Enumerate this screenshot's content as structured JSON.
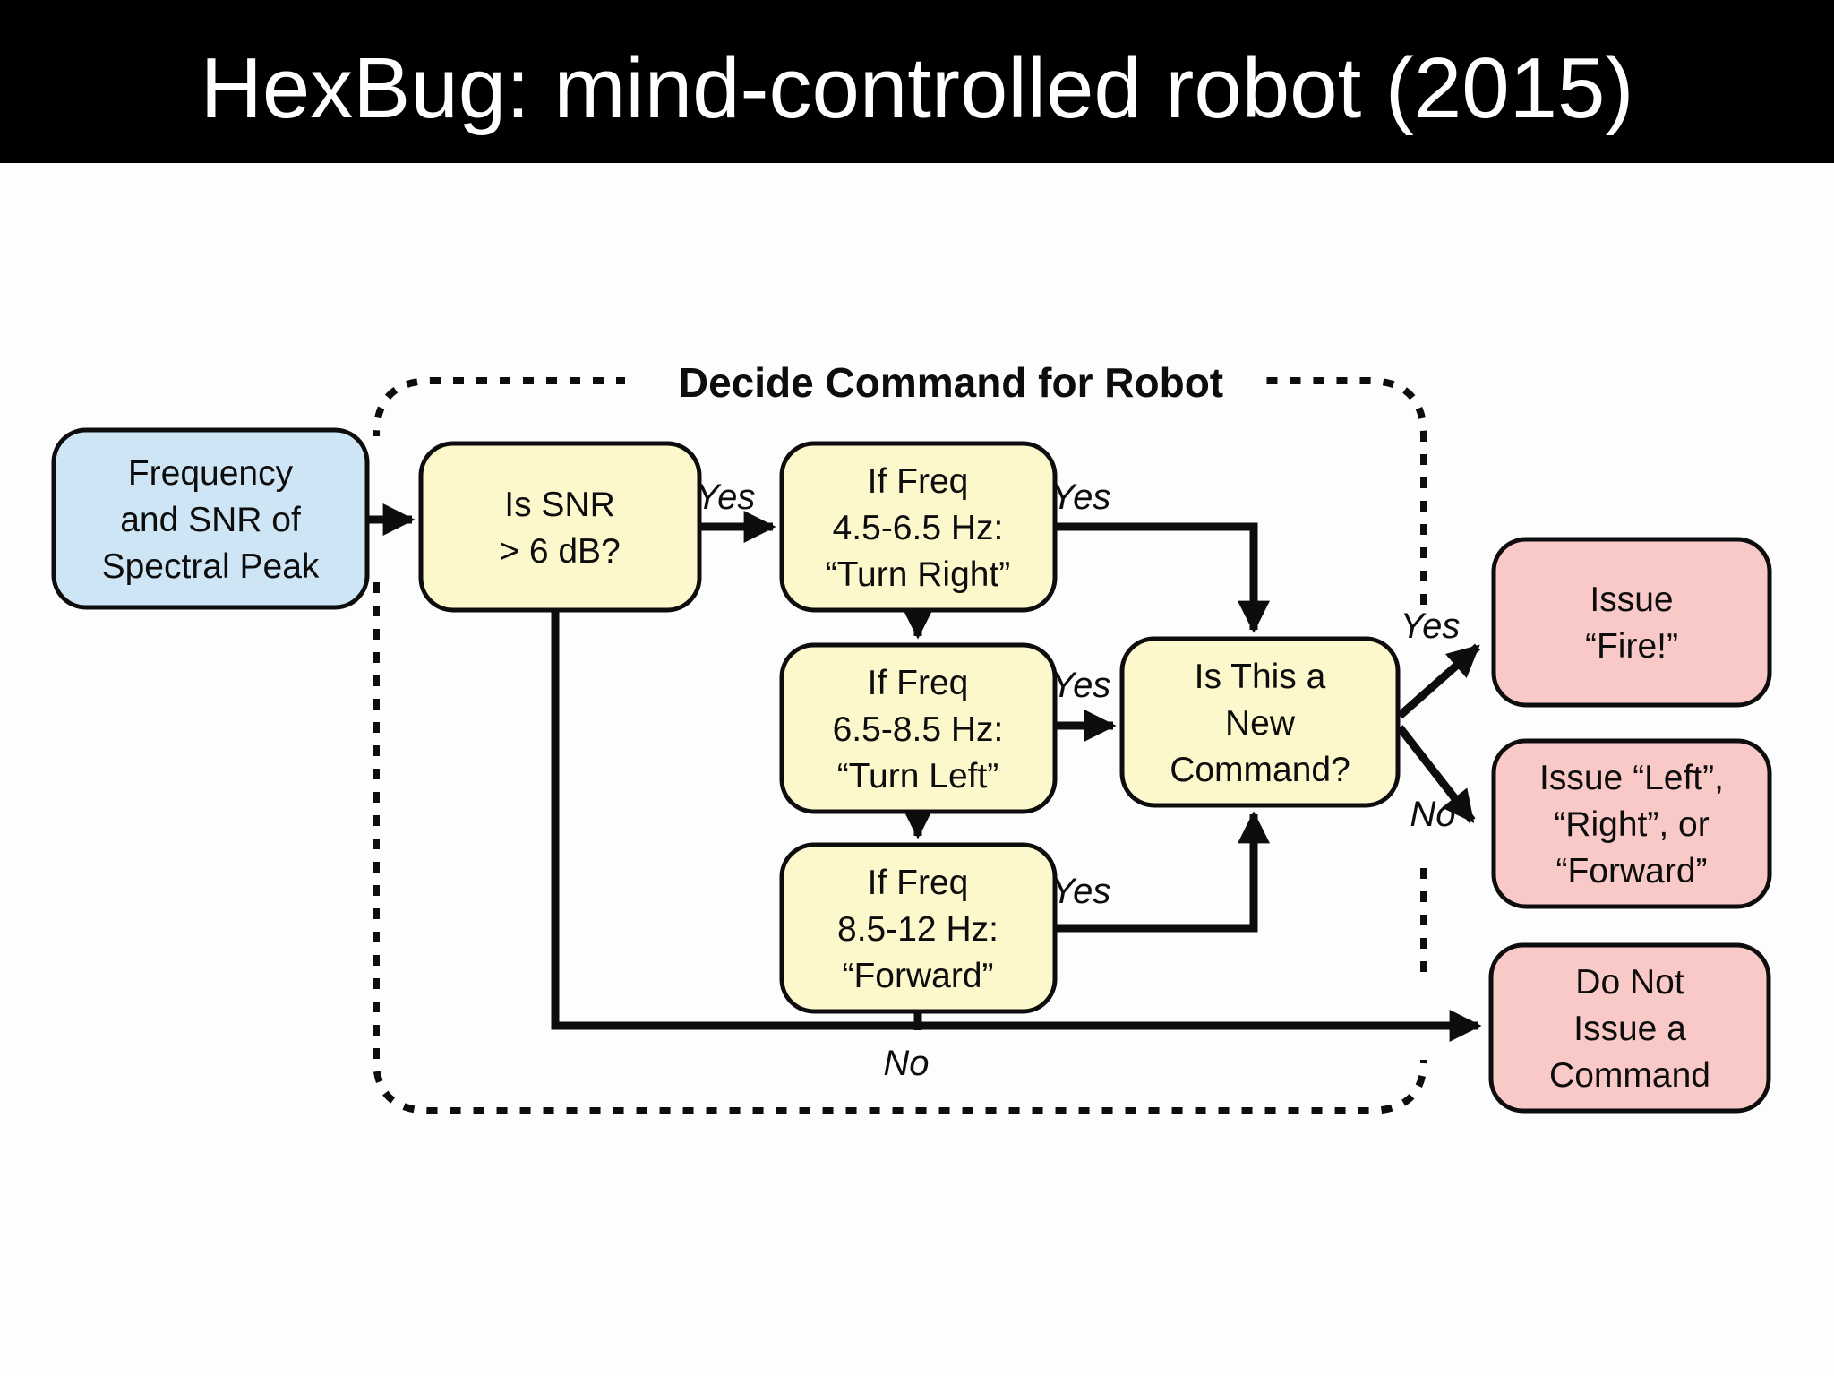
{
  "header": {
    "title": "HexBug: mind-controlled robot (2015)"
  },
  "diagram": {
    "region_label": "Decide Command for Robot",
    "nodes": {
      "input": {
        "lines": [
          "Frequency",
          "and SNR of",
          "Spectral Peak"
        ]
      },
      "snr_check": {
        "lines": [
          "Is SNR",
          "> 6 dB?"
        ]
      },
      "freq_turn_right": {
        "lines": [
          "If Freq",
          "4.5-6.5 Hz:",
          "“Turn Right”"
        ]
      },
      "freq_turn_left": {
        "lines": [
          "If Freq",
          "6.5-8.5 Hz:",
          "“Turn Left”"
        ]
      },
      "freq_forward": {
        "lines": [
          "If Freq",
          "8.5-12 Hz:",
          "“Forward”"
        ]
      },
      "new_command_check": {
        "lines": [
          "Is This a",
          "New",
          "Command?"
        ]
      },
      "issue_fire": {
        "lines": [
          "Issue",
          "“Fire!”"
        ]
      },
      "issue_lrf": {
        "lines": [
          "Issue “Left”,",
          "“Right”, or",
          "“Forward”"
        ]
      },
      "do_not_issue": {
        "lines": [
          "Do Not",
          "Issue a",
          "Command"
        ]
      }
    },
    "edge_labels": {
      "snr_yes": "Yes",
      "snr_no": "No",
      "turn_right_yes": "Yes",
      "turn_left_yes": "Yes",
      "forward_yes": "Yes",
      "new_command_yes": "Yes",
      "new_command_no": "No",
      "no_command_path": "No"
    },
    "colors": {
      "input_fill": "#cde5f5",
      "decision_fill": "#fcf8cc",
      "output_fill": "#f9c9c7",
      "line": "#0d0d0d",
      "header_bg": "#000000",
      "header_text": "#ffffff"
    }
  }
}
